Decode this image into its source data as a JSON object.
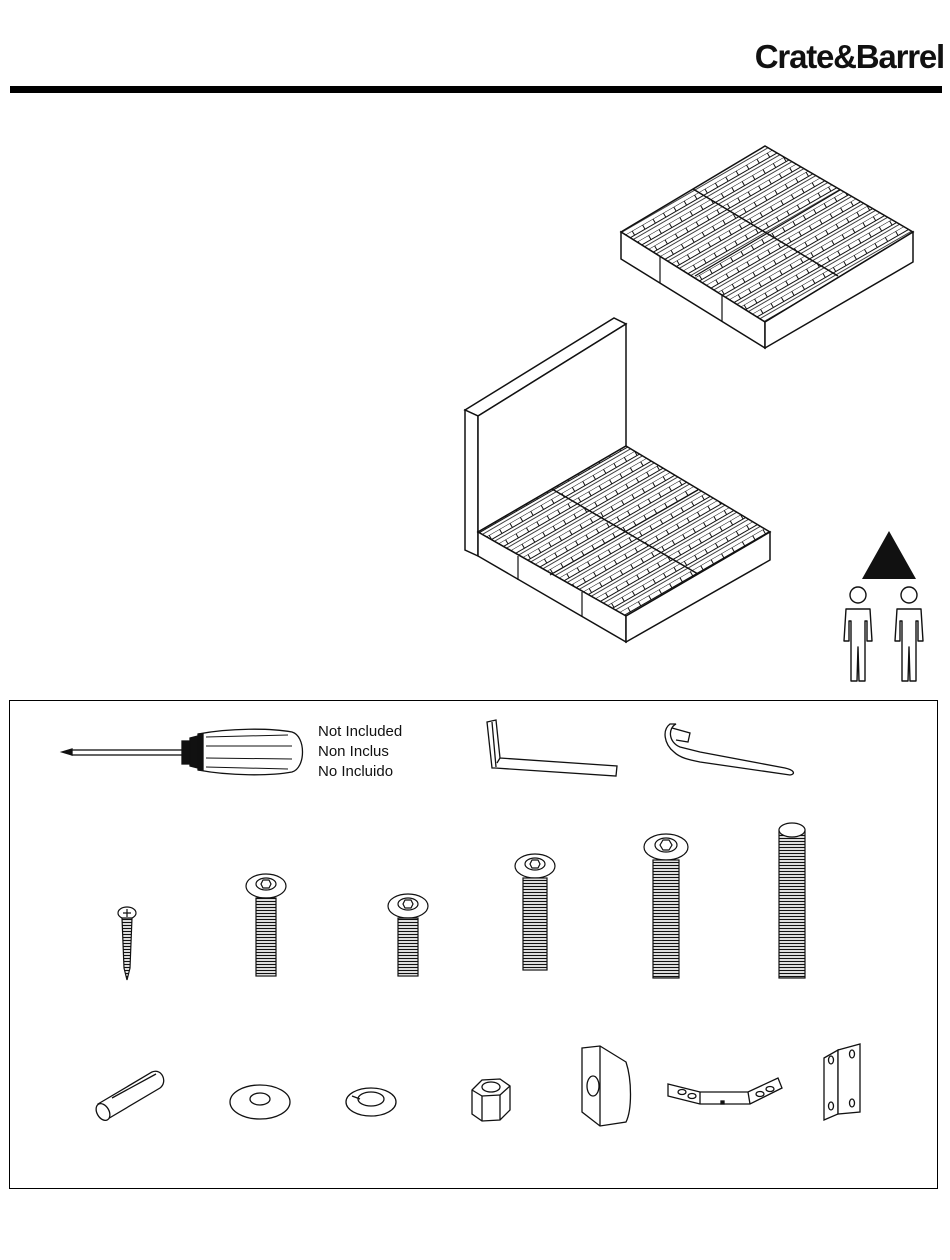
{
  "header": {
    "brand": "Crate&Barrel"
  },
  "warning": {
    "icon": "warning-triangle-icon",
    "people_icon": "two-person-lift-icon"
  },
  "tools": {
    "screwdriver_icon": "phillips-screwdriver-icon",
    "not_included": [
      "Not Included",
      "Non Inclus",
      "No Incluido"
    ],
    "allen_key_icon": "allen-key-icon",
    "wrench_icon": "wrench-icon"
  },
  "hardware": {
    "row1": [
      "wood-screw-icon",
      "hex-bolt-medium-icon",
      "hex-bolt-short-icon",
      "hex-bolt-long-icon",
      "hex-bolt-xlong-icon",
      "threaded-rod-icon"
    ],
    "row2": [
      "barrel-nut-icon",
      "flat-washer-icon",
      "split-lock-washer-icon",
      "hex-nut-icon",
      "bracket-plate-icon",
      "center-support-bracket-icon",
      "corner-bracket-icon"
    ]
  }
}
